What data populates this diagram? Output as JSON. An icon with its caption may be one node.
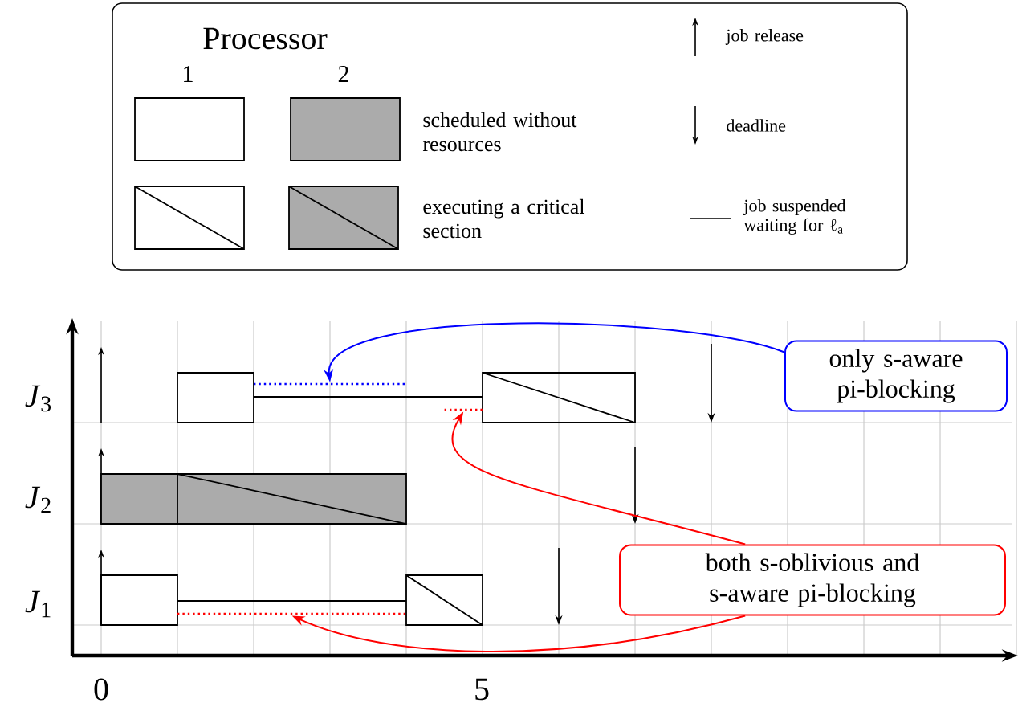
{
  "diagram": {
    "nodes": [
      {
        "text": [
          "only s-aware pi-blocking"
        ]
      },
      {
        "text": [
          "both s-oblivious and s-aware pi-blocking"
        ]
      },
      {
        "text": [],
        "shape": "line"
      },
      {
        "text": [],
        "shape": "line"
      },
      {
        "text": [],
        "shape": "line"
      }
    ],
    "edges": [
      {
        "from": 0,
        "to": 2,
        "arrow": "to",
        "color": "#0000ff"
      },
      {
        "from": 1,
        "to": 3,
        "arrow": "to",
        "color": "#ff0000"
      },
      {
        "from": 1,
        "to": 4,
        "arrow": "to",
        "color": "#ff0000"
      }
    ],
    "labels": [
      "Processor",
      "1",
      "2",
      "*J*$_{3}$",
      "*J*$_{2}$",
      "*J*$_{1}$",
      "0",
      "5"
    ],
    "legend": [
      {
        "text": "scheduled without resources"
      },
      {
        "text": "executing a critical section"
      },
      {
        "text": "job release"
      },
      {
        "text": "deadline"
      },
      {
        "text": "job suspended waiting for ℓ$_{a}$"
      }
    ]
  }
}
